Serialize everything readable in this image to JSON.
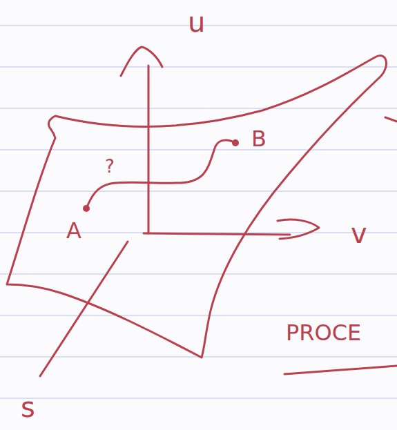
{
  "diagram": {
    "labels": [
      "u",
      "v",
      "s",
      "A",
      "B",
      "?",
      "PROCE"
    ]
  }
}
